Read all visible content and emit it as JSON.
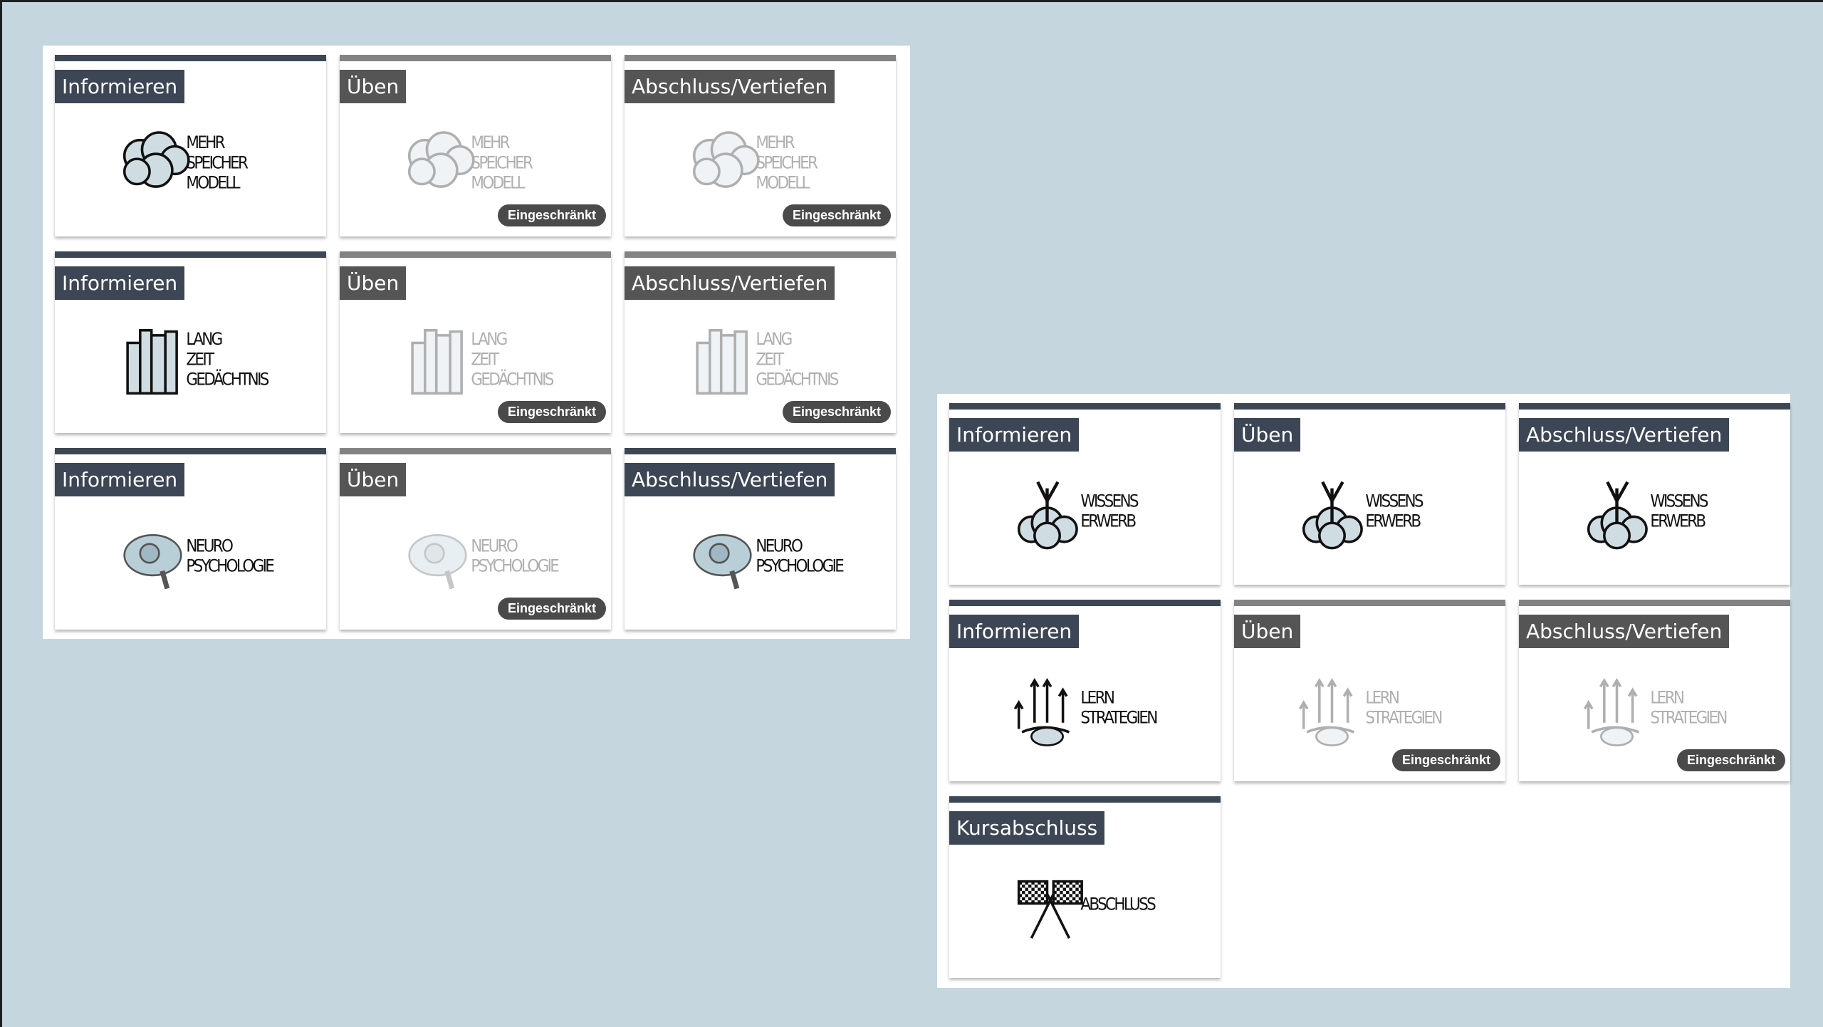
{
  "colors": {
    "background": "#c5d6df",
    "active": "#3c4654",
    "restricted": "#555555",
    "restricted_bar": "#838383",
    "badge": "#4a4a4a"
  },
  "badge_label": "Eingeschränkt",
  "panels": [
    {
      "name": "panel-left",
      "cols": 3,
      "cards": [
        {
          "label": "Informieren",
          "icon": "cloud-brain",
          "art": [
            "MEHR",
            "SPEICHER",
            "MODELL"
          ],
          "restricted": false
        },
        {
          "label": "Üben",
          "icon": "cloud-brain",
          "art": [
            "MEHR",
            "SPEICHER",
            "MODELL"
          ],
          "restricted": true
        },
        {
          "label": "Abschluss/Vertiefen",
          "icon": "cloud-brain",
          "art": [
            "MEHR",
            "SPEICHER",
            "MODELL"
          ],
          "restricted": true
        },
        {
          "label": "Informieren",
          "icon": "books",
          "art": [
            "LANG",
            "ZEIT",
            "GEDÄCHTNIS"
          ],
          "restricted": false
        },
        {
          "label": "Üben",
          "icon": "books",
          "art": [
            "LANG",
            "ZEIT",
            "GEDÄCHTNIS"
          ],
          "restricted": true
        },
        {
          "label": "Abschluss/Vertiefen",
          "icon": "books",
          "art": [
            "LANG",
            "ZEIT",
            "GEDÄCHTNIS"
          ],
          "restricted": true
        },
        {
          "label": "Informieren",
          "icon": "brain",
          "art": [
            "NEURO",
            "PSYCHOLOGIE"
          ],
          "restricted": false
        },
        {
          "label": "Üben",
          "icon": "brain",
          "art": [
            "NEURO",
            "PSYCHOLOGIE"
          ],
          "restricted": true
        },
        {
          "label": "Abschluss/Vertiefen",
          "icon": "brain",
          "art": [
            "NEURO",
            "PSYCHOLOGIE"
          ],
          "restricted": false
        }
      ]
    },
    {
      "name": "panel-right",
      "cols": 3,
      "cards": [
        {
          "label": "Informieren",
          "icon": "plant-cloud",
          "art": [
            "WISSENS",
            "ERWERB"
          ],
          "restricted": false
        },
        {
          "label": "Üben",
          "icon": "plant-cloud",
          "art": [
            "WISSENS",
            "ERWERB"
          ],
          "restricted": false
        },
        {
          "label": "Abschluss/Vertiefen",
          "icon": "plant-cloud",
          "art": [
            "WISSENS",
            "ERWERB"
          ],
          "restricted": false
        },
        {
          "label": "Informieren",
          "icon": "arrows",
          "art": [
            "LERN",
            "STRATEGIEN"
          ],
          "restricted": false
        },
        {
          "label": "Üben",
          "icon": "arrows",
          "art": [
            "LERN",
            "STRATEGIEN"
          ],
          "restricted": true
        },
        {
          "label": "Abschluss/Vertiefen",
          "icon": "arrows",
          "art": [
            "LERN",
            "STRATEGIEN"
          ],
          "restricted": true
        },
        {
          "label": "Kursabschluss",
          "icon": "checkered-flags",
          "art": [
            "ABSCHLUSS"
          ],
          "restricted": false
        }
      ]
    }
  ]
}
